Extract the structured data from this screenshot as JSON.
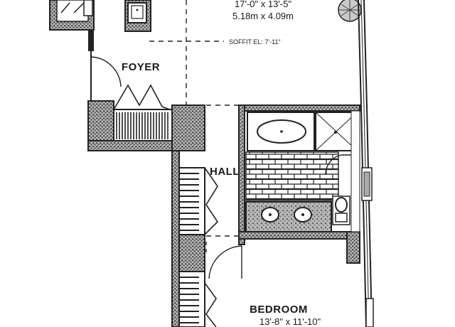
{
  "plan": {
    "rooms": {
      "living": {
        "dim_imperial": "17'-0\" x 13'-5\"",
        "dim_metric": "5.18m x 4.09m",
        "soffit_note": "SOFFIT EL: 7'-11\""
      },
      "foyer": {
        "label": "FOYER"
      },
      "hall": {
        "label": "HALL"
      },
      "bedroom": {
        "label": "BEDROOM",
        "dim_imperial": "13'-8\" x 11'-10\""
      }
    },
    "colors": {
      "line": "#1a1a1a",
      "wall": "#2b2b2b",
      "hatch": "#6d6d6d"
    }
  }
}
